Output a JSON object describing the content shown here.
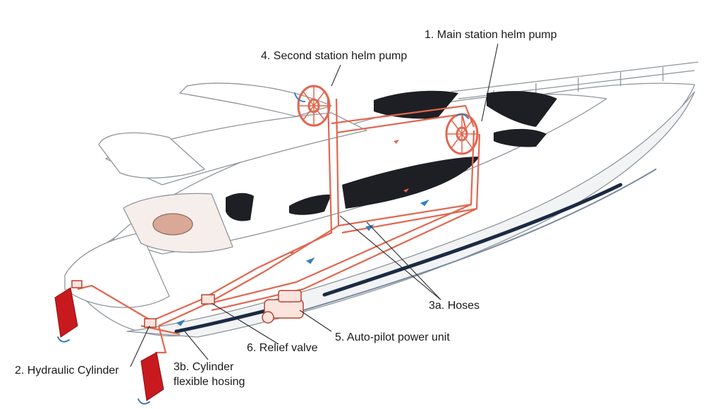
{
  "labels": {
    "main_helm": "1. Main station helm pump",
    "hydraulic_cylinder": "2. Hydraulic Cylinder",
    "hoses": "3a. Hoses",
    "cylinder_hosing": "3b. Cylinder flexible hosing",
    "second_helm": "4. Second station helm pump",
    "autopilot": "5. Auto-pilot power unit",
    "relief_valve": "6. Relief valve"
  },
  "colors": {
    "hydraulic_line": "#e2664f",
    "rudder": "#c8191e",
    "hull_stripe": "#1b2a44",
    "flow_arrow": "#3a7fb8",
    "leader_line": "#2b2b2b",
    "boat_outline": "#9aa0a6",
    "window_tint": "#1e1f24",
    "deck_wood": "#c99a88"
  }
}
